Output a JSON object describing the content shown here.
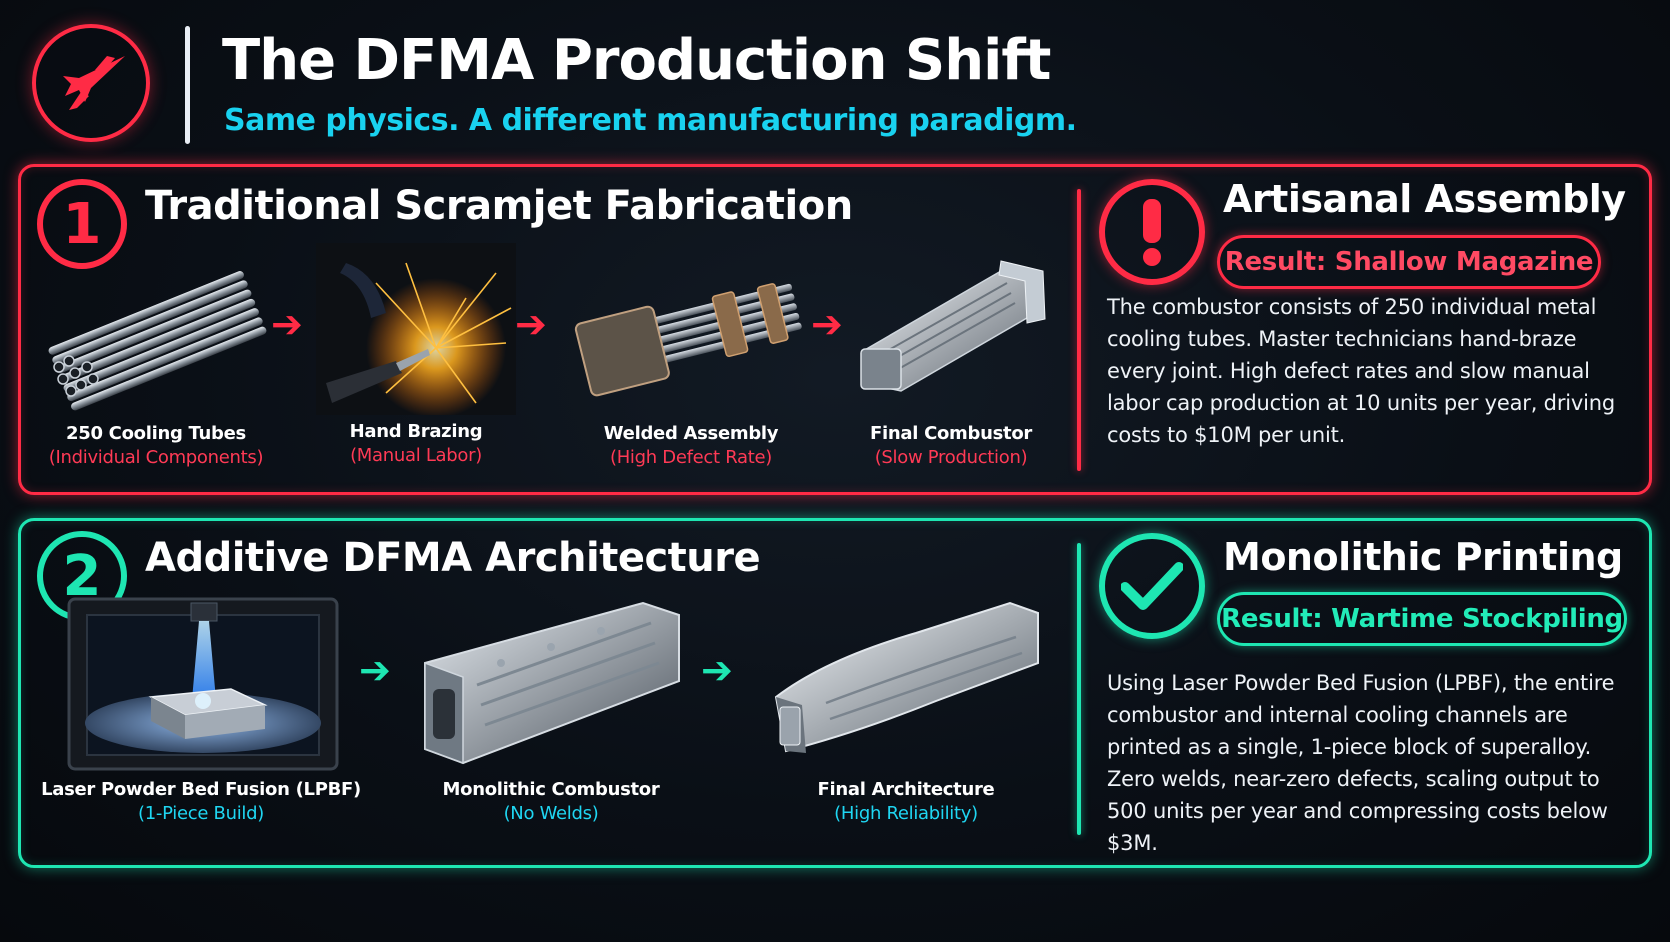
{
  "header": {
    "logo_icon": "jet-icon",
    "title": "The DFMA Production Shift",
    "subtitle": "Same physics. A different manufacturing paradigm."
  },
  "traditional": {
    "number": "1",
    "title": "Traditional Scramjet Fabrication",
    "steps": [
      {
        "label": "250 Cooling Tubes",
        "sub": "(Individual Components)",
        "icon": "tube-bundle-icon"
      },
      {
        "label": "Hand Brazing",
        "sub": "(Manual Labor)",
        "icon": "brazing-torch-icon"
      },
      {
        "label": "Welded Assembly",
        "sub": "(High Defect Rate)",
        "icon": "welded-assembly-icon"
      },
      {
        "label": "Final Combustor",
        "sub": "(Slow Production)",
        "icon": "combustor-icon"
      }
    ],
    "result_icon": "exclamation-icon",
    "result_heading": "Artisanal Assembly",
    "result_pill": "Result: Shallow Magazine",
    "description": "The combustor consists of 250 individual metal cooling tubes. Master technicians hand-braze every joint. High defect rates and slow manual labor cap production at 10 units per year, driving costs to $10M per unit."
  },
  "additive": {
    "number": "2",
    "title": "Additive DFMA Architecture",
    "steps": [
      {
        "label": "Laser Powder Bed Fusion (LPBF)",
        "sub": "(1-Piece Build)",
        "icon": "laser-printer-icon"
      },
      {
        "label": "Monolithic Combustor",
        "sub": "(No Welds)",
        "icon": "monolithic-combustor-icon"
      },
      {
        "label": "Final Architecture",
        "sub": "(High Reliability)",
        "icon": "final-architecture-icon"
      }
    ],
    "result_icon": "checkmark-icon",
    "result_heading": "Monolithic Printing",
    "result_pill": "Result: Wartime Stockpiling",
    "description": "Using Laser Powder Bed Fusion (LPBF), the entire combustor and internal cooling channels are printed as a single, 1-piece block of superalloy. Zero welds, near-zero defects, scaling output to 500 units per year and compressing costs below $3M."
  },
  "colors": {
    "red": "#ff2b45",
    "green": "#1ee6b2",
    "cyan": "#19d2f0",
    "background": "#0a0f16"
  }
}
